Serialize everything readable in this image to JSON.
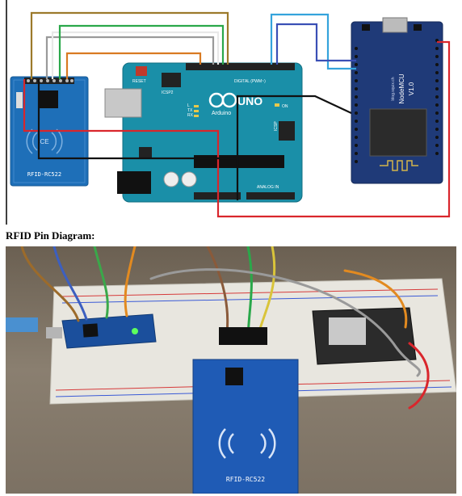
{
  "diagram": {
    "rfid_label": "RFID-RC522",
    "arduino_brand": "Arduino",
    "arduino_model": "UNO",
    "reset_label": "RESET",
    "icsp2_label": "ICSP2",
    "icsp_label": "ICSP",
    "digital_label": "DIGITAL (PWM~)",
    "analog_label": "ANALOG IN",
    "on_label": "ON",
    "tx_label": "TX",
    "rx_label": "RX",
    "l_label": "L",
    "nodemcu_title": "NodeMCU",
    "nodemcu_version": "V1.0",
    "nodemcu_site": "blog.squix.ch",
    "wire_colors": {
      "brown": "#9c7a2b",
      "gray": "#9a9a9a",
      "white": "#f2f2f2",
      "green": "#2aa84a",
      "orange": "#d97a22",
      "black": "#111111",
      "red": "#d9262c",
      "lightblue": "#34a3dc",
      "darkblue": "#3a4fb5"
    }
  },
  "caption": "RFID Pin Diagram:",
  "photo": {
    "rfid_label": "RFID-RC522"
  }
}
